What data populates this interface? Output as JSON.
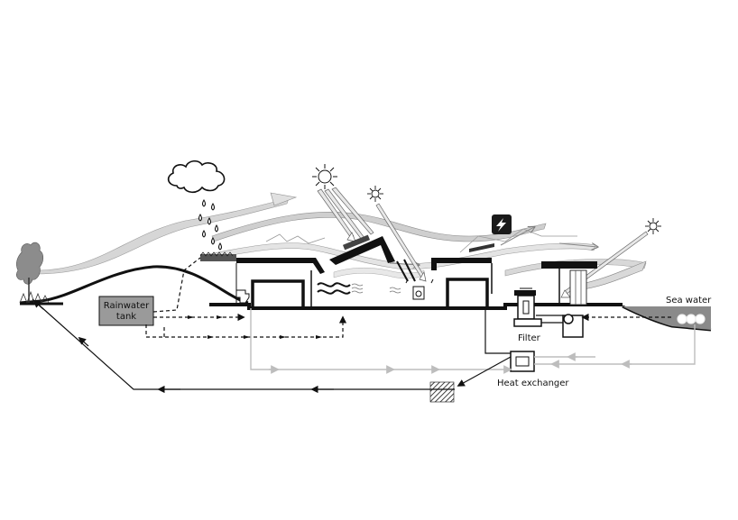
{
  "labels": {
    "rainwater_tank_line1": "Rainwater",
    "rainwater_tank_line2": "tank",
    "filter": "Filter",
    "heat_exchanger": "Heat exchanger",
    "sea_water": "Sea water"
  },
  "colors": {
    "ink": "#111111",
    "wind": "#c4c4c4",
    "greywater": "#bdbdbd",
    "sea": "#8a8a8a",
    "tank": "#9a9a9a",
    "lightning_bg": "#1a1a1a"
  },
  "icons": [
    "cloud-icon",
    "raindrop-icon",
    "sun-icon",
    "lightning-icon",
    "tree-icon",
    "toilet-icon",
    "speaker-icon",
    "pump-icon"
  ]
}
